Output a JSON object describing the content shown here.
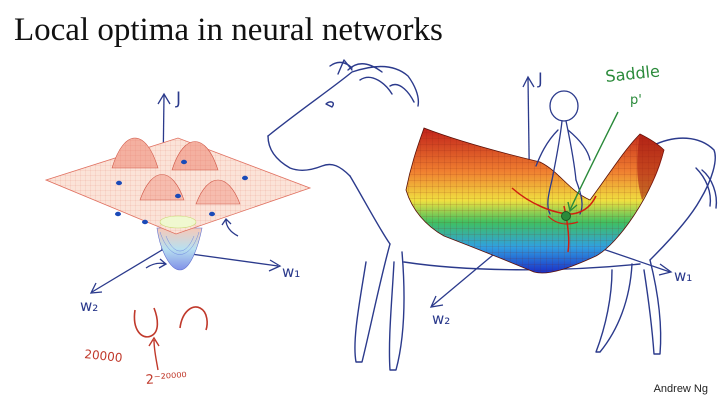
{
  "slide": {
    "title": "Local optima in neural networks",
    "author": "Andrew Ng"
  },
  "left_plot": {
    "axis_j": "J",
    "axis_w1": "w₁",
    "axis_w2": "w₂"
  },
  "annotations": {
    "count_label": "20000",
    "probability_label": "2⁻²⁰⁰⁰⁰"
  },
  "right_plot": {
    "axis_j": "J",
    "axis_w1": "w₁",
    "axis_w2": "w₂",
    "saddle_label_line1": "Saddle",
    "saddle_label_line2": "p'"
  },
  "colors": {
    "ink_blue": "#2b3a8c",
    "ink_red": "#c0392b",
    "ink_green": "#2a8a3a",
    "surface_red": "#e8533f",
    "surface_blue": "#2a4ad6"
  }
}
